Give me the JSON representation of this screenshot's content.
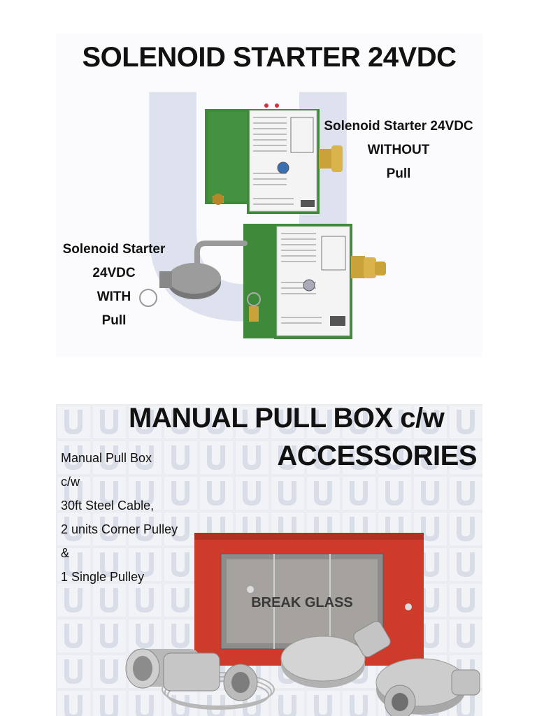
{
  "slide1": {
    "title": "SOLENOID STARTER 24VDC",
    "label_without": [
      "Solenoid Starter 24VDC",
      "WITHOUT",
      "Pull"
    ],
    "label_with": [
      "Solenoid Starter",
      "24VDC",
      "WITH",
      "Pull"
    ],
    "watermark": "U"
  },
  "slide2": {
    "title_line1": "MANUAL PULL BOX c/w",
    "title_line2": "ACCESSORIES",
    "description": [
      "Manual Pull Box",
      "c/w",
      "30ft Steel Cable,",
      "2 units Corner Pulley",
      "&",
      "1 Single Pulley"
    ],
    "box_glass_text": "BREAK GLASS",
    "watermark": "U"
  },
  "colors": {
    "starter_green": "#3e8a3a",
    "pull_box_red": "#cf3b2a",
    "watermark": "#dde2ee"
  }
}
